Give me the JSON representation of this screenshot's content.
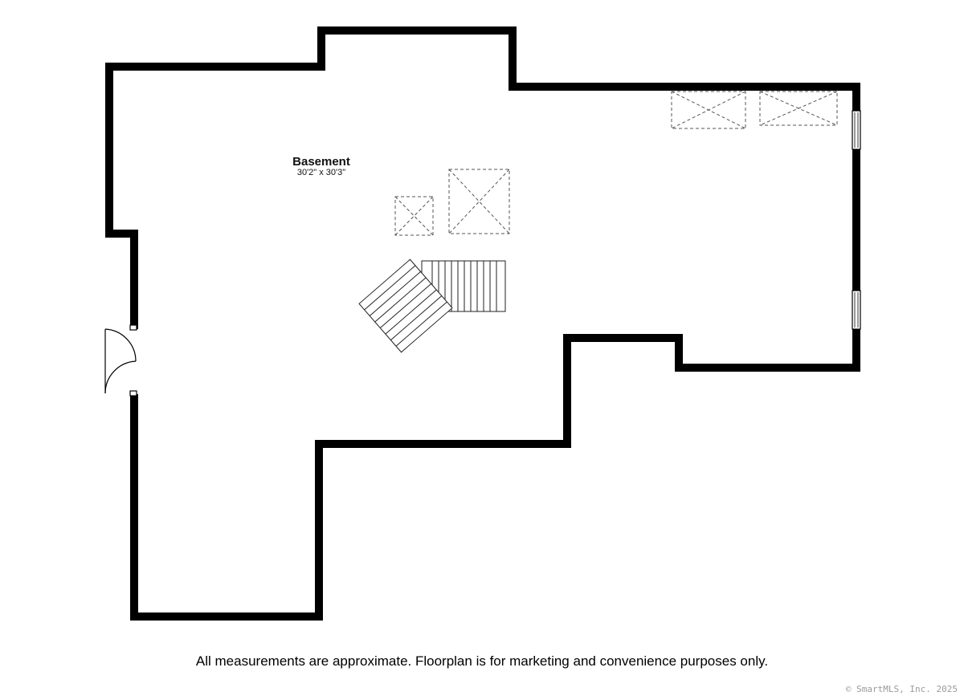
{
  "room": {
    "name": "Basement",
    "dimensions": "30'2\" x 30'3\""
  },
  "disclaimer": "All measurements are approximate. Floorplan is for marketing and convenience purposes only.",
  "copyright": "© SmartMLS, Inc. 2025",
  "colors": {
    "wall": "#000000",
    "background": "#ffffff",
    "dashed": "#555555",
    "copyright": "#9a9a9a"
  }
}
